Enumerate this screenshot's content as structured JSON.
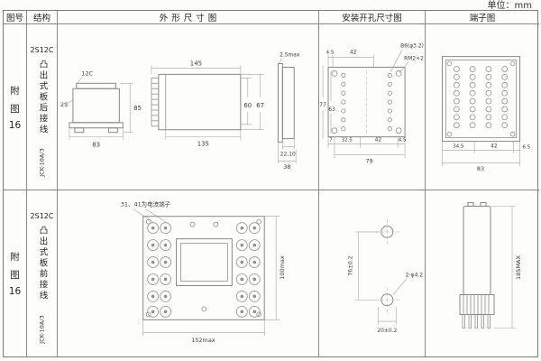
{
  "unit_note": "单位：mm",
  "headers": {
    "figure_no": "图号",
    "structure": "结构",
    "outline": "外形尺寸图",
    "mounting": "安装开孔尺寸图",
    "terminal": "端子图"
  },
  "row1": {
    "fig_l1": "附",
    "fig_l2": "图",
    "fig_l3": "16",
    "model": "2S12C",
    "structure_desc": "凸出式板后接线",
    "structure_sub": "JCK-10A/3",
    "outline": {
      "cap_label": "12C",
      "base_label": "2S",
      "front_width": "83",
      "front_height": "85",
      "side_top": "145",
      "side_bottom": "135",
      "side_h1": "60",
      "side_h2": "67",
      "profile_top": "2.5max",
      "profile_d1": "22,10",
      "profile_d2": "38"
    },
    "mounting": {
      "top1": "4.5",
      "top2": "42",
      "callout1": "B6(φ3.2)",
      "callout2": "RM2×2",
      "left_outer": "77",
      "left_inner": "63",
      "bot1": "7",
      "bot2": "32.5",
      "bot3": "42",
      "bot4": "4.5",
      "bot_total": "79"
    },
    "terminal": {
      "bot1": "34.5",
      "bot2": "42",
      "bot3": "6.5",
      "bot_total": "83"
    }
  },
  "row2": {
    "fig_l1": "附",
    "fig_l2": "图",
    "fig_l3": "16",
    "model": "2S12C",
    "structure_desc": "凸出式板前接线",
    "structure_sub": "JCK-10A/3",
    "outline": {
      "note": "31、41为电流端子",
      "width": "152max",
      "height": "100max"
    },
    "mounting": {
      "vertical": "76±0.2",
      "callout": "2-φ4.2",
      "horizontal": "20±0.2"
    },
    "terminal": {
      "height": "185MAX"
    }
  }
}
